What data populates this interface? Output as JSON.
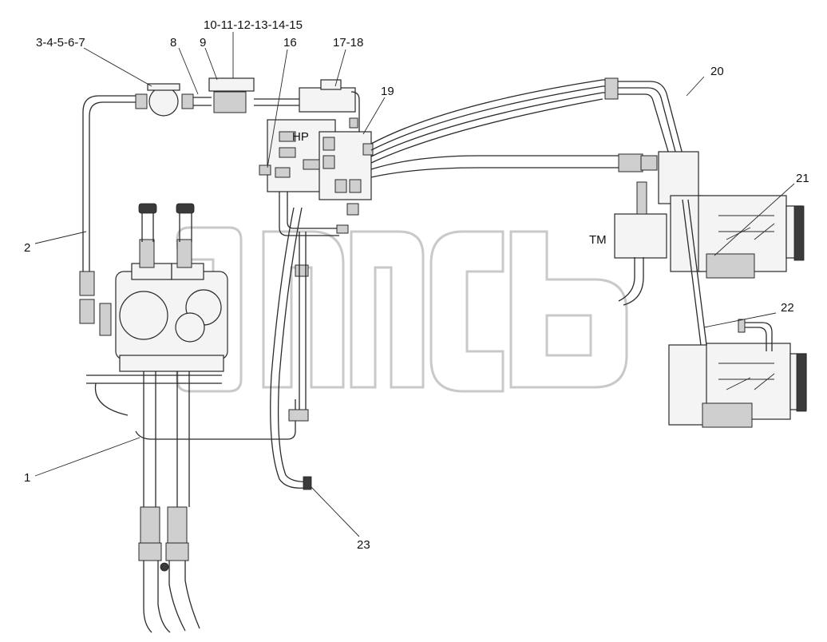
{
  "labels": {
    "l1": "1",
    "l2": "2",
    "l3_7": "3-4-5-6-7",
    "l8": "8",
    "l9": "9",
    "l10_15": "10-11-12-13-14-15",
    "l16": "16",
    "l17_18": "17-18",
    "l19": "19",
    "l20": "20",
    "l21": "21",
    "l22": "22",
    "l23": "23",
    "hp": "HP",
    "tm": "TM"
  },
  "watermark": {
    "name": "amkodor-logo"
  }
}
